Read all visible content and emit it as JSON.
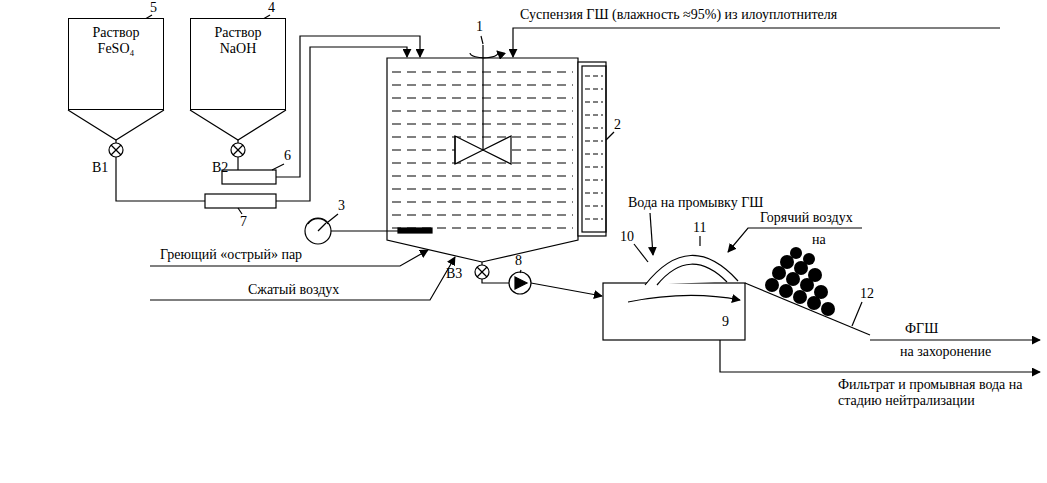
{
  "diagram": {
    "nodes": [
      {
        "text": [
          "Раствор FeSO₄"
        ]
      },
      {
        "text": [
          "Раствор NaOH"
        ]
      }
    ],
    "labels": [
      "5",
      "4",
      "1",
      "2",
      "3",
      "6",
      "7",
      "8",
      "9",
      "10",
      "11",
      "12",
      "В1",
      "В2",
      "В3",
      "Суспензия ГШ (влажность ≈95%) из илоуплотнителя",
      "Греющий «острый» пар",
      "Сжатый воздух",
      "Вода на промывку ГШ",
      "Горячий воздух",
      "на",
      "ФГШ",
      "на захоронение",
      "Фильтрат и промывная вода на стадию нейтрализации"
    ]
  }
}
